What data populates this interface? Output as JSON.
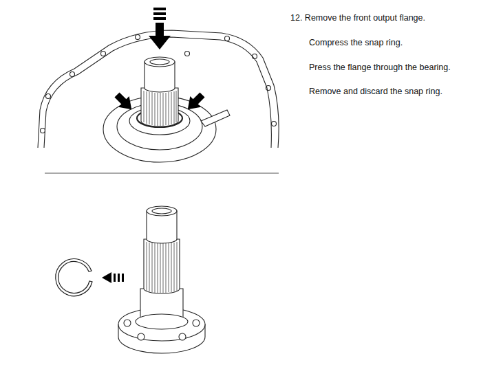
{
  "diagram": {
    "labels": [
      "12. Remove the front output flange.",
      "Compress the snap ring.",
      "Press the flange through the bearing.",
      "Remove and discard the snap ring."
    ]
  }
}
